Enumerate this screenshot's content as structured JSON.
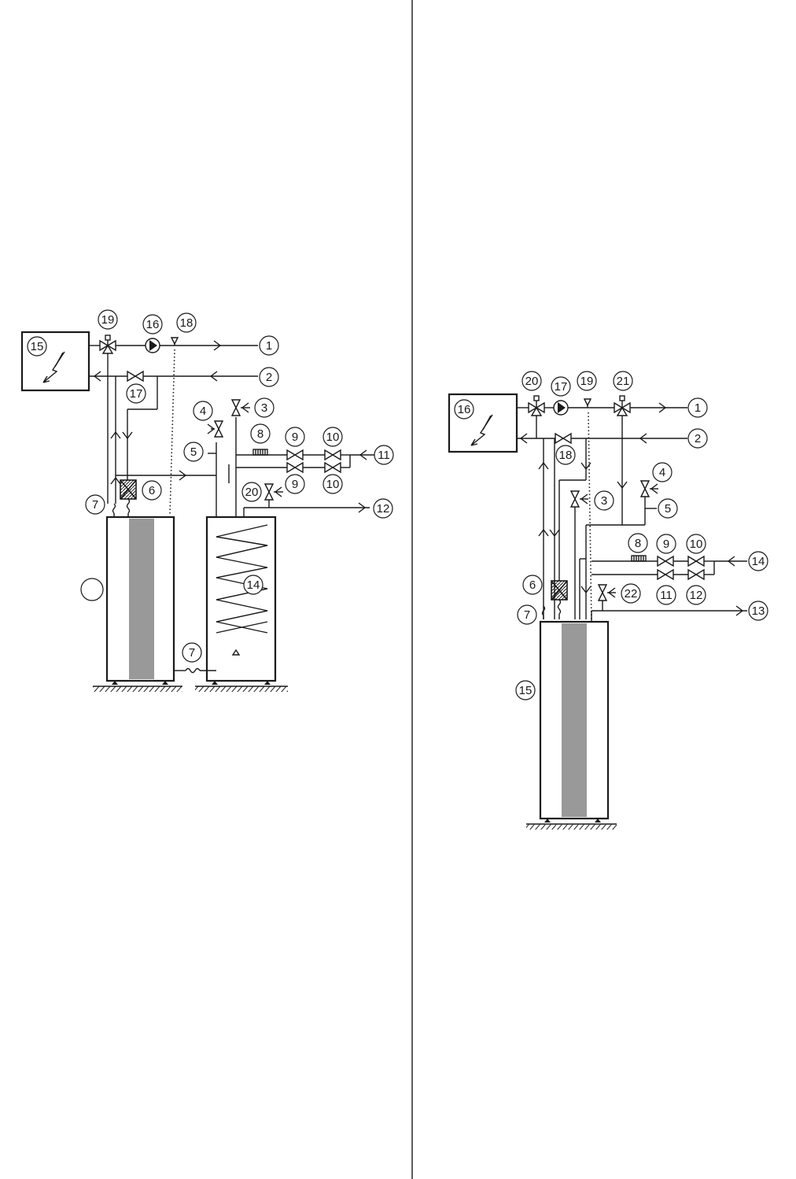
{
  "left_diagram": {
    "callouts": [
      {
        "id": "c-19",
        "text": "19"
      },
      {
        "id": "c-16",
        "text": "16"
      },
      {
        "id": "c-18",
        "text": "18"
      },
      {
        "id": "c-15",
        "text": "15"
      },
      {
        "id": "c-1",
        "text": "1"
      },
      {
        "id": "c-2",
        "text": "2"
      },
      {
        "id": "c-17",
        "text": "17"
      },
      {
        "id": "c-4",
        "text": "4"
      },
      {
        "id": "c-3",
        "text": "3"
      },
      {
        "id": "c-8",
        "text": "8"
      },
      {
        "id": "c-9a",
        "text": "9"
      },
      {
        "id": "c-10a",
        "text": "10"
      },
      {
        "id": "c-5",
        "text": "5"
      },
      {
        "id": "c-11",
        "text": "11"
      },
      {
        "id": "c-9b",
        "text": "9"
      },
      {
        "id": "c-10b",
        "text": "10"
      },
      {
        "id": "c-6",
        "text": "6"
      },
      {
        "id": "c-20",
        "text": "20"
      },
      {
        "id": "c-12",
        "text": "12"
      },
      {
        "id": "c-7a",
        "text": "7"
      },
      {
        "id": "c-14",
        "text": "14"
      },
      {
        "id": "c-blank",
        "text": ""
      },
      {
        "id": "c-7b",
        "text": "7"
      }
    ]
  },
  "right_diagram": {
    "callouts": [
      {
        "id": "r-20",
        "text": "20"
      },
      {
        "id": "r-17",
        "text": "17"
      },
      {
        "id": "r-19",
        "text": "19"
      },
      {
        "id": "r-21",
        "text": "21"
      },
      {
        "id": "r-16",
        "text": "16"
      },
      {
        "id": "r-1",
        "text": "1"
      },
      {
        "id": "r-2",
        "text": "2"
      },
      {
        "id": "r-18",
        "text": "18"
      },
      {
        "id": "r-4",
        "text": "4"
      },
      {
        "id": "r-3",
        "text": "3"
      },
      {
        "id": "r-5",
        "text": "5"
      },
      {
        "id": "r-8",
        "text": "8"
      },
      {
        "id": "r-9",
        "text": "9"
      },
      {
        "id": "r-10",
        "text": "10"
      },
      {
        "id": "r-14",
        "text": "14"
      },
      {
        "id": "r-6",
        "text": "6"
      },
      {
        "id": "r-22",
        "text": "22"
      },
      {
        "id": "r-11",
        "text": "11"
      },
      {
        "id": "r-12",
        "text": "12"
      },
      {
        "id": "r-7",
        "text": "7"
      },
      {
        "id": "r-13",
        "text": "13"
      },
      {
        "id": "r-15",
        "text": "15"
      }
    ]
  },
  "colors": {
    "line": "#1a1a1a",
    "tank_band": "#999999",
    "background": "#ffffff"
  },
  "icons": [
    "boiler-symbol-icon",
    "pump-icon",
    "three-way-valve-icon",
    "gate-valve-icon",
    "safety-valve-icon",
    "filter-icon",
    "flex-hose-icon",
    "water-meter-icon",
    "air-vent-icon",
    "ground-hatch-icon"
  ]
}
